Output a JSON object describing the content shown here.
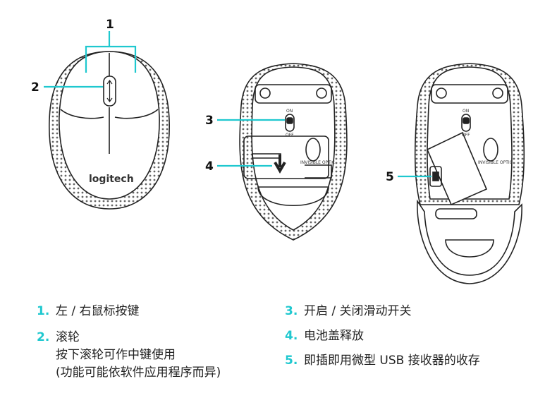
{
  "figure": {
    "callouts": [
      "1",
      "2",
      "3",
      "4",
      "5"
    ],
    "brand": "logitech",
    "switch_on": "ON",
    "switch_off": "OFF",
    "sensor_label": "INVISIBLE OPTIC"
  },
  "legend": {
    "left": [
      {
        "num": "1.",
        "text": "左 / 右鼠标按键"
      },
      {
        "num": "2.",
        "text": "滚轮",
        "extra": [
          "按下滚轮可作中键使用",
          "(功能可能依软件应用程序而异)"
        ]
      }
    ],
    "right": [
      {
        "num": "3.",
        "text": "开启 / 关闭滑动开关"
      },
      {
        "num": "4.",
        "text": "电池盖释放"
      },
      {
        "num": "5.",
        "text": "即插即用微型 USB 接收器的收存"
      }
    ]
  },
  "colors": {
    "accent": "#1fc8cf",
    "line": "#222222"
  }
}
